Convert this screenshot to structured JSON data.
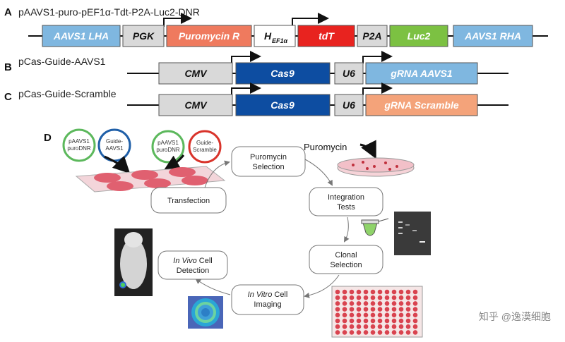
{
  "panel_a": {
    "letter": "A",
    "title": "pAAVS1-puro-pEF1α-Tdt-P2A-Luc2-DNR",
    "segments": [
      {
        "label": "AAVS1 LHA",
        "color": "#7fb7e0",
        "text_color": "#ffffff"
      },
      {
        "label": "PGK",
        "color": "#d9d9d9",
        "text_color": "#111111"
      },
      {
        "label": "Puromycin R",
        "color": "#ef7a5e",
        "text_color": "#ffffff"
      },
      {
        "label": "H",
        "sub": "EF1α",
        "color": "#ffffff",
        "text_color": "#111111"
      },
      {
        "label": "tdT",
        "color": "#e8231f",
        "text_color": "#ffffff"
      },
      {
        "label": "P2A",
        "color": "#d9d9d9",
        "text_color": "#111111"
      },
      {
        "label": "Luc2",
        "color": "#7cc142",
        "text_color": "#ffffff"
      },
      {
        "label": "AAVS1 RHA",
        "color": "#7fb7e0",
        "text_color": "#ffffff"
      }
    ]
  },
  "panel_b": {
    "letter": "B",
    "title": "pCas-Guide-AAVS1",
    "segments": [
      {
        "label": "CMV",
        "color": "#d9d9d9",
        "text_color": "#111111"
      },
      {
        "label": "Cas9",
        "color": "#0d4da1",
        "text_color": "#ffffff"
      },
      {
        "label": "U6",
        "color": "#d9d9d9",
        "text_color": "#111111"
      },
      {
        "label": "gRNA AAVS1",
        "color": "#7fb7e0",
        "text_color": "#ffffff"
      }
    ]
  },
  "panel_c": {
    "letter": "C",
    "title": "pCas-Guide-Scramble",
    "segments": [
      {
        "label": "CMV",
        "color": "#d9d9d9",
        "text_color": "#111111"
      },
      {
        "label": "Cas9",
        "color": "#0d4da1",
        "text_color": "#ffffff"
      },
      {
        "label": "U6",
        "color": "#d9d9d9",
        "text_color": "#111111"
      },
      {
        "label": "gRNA Scramble",
        "color": "#f4a37a",
        "text_color": "#ffffff"
      }
    ]
  },
  "panel_d": {
    "letter": "D",
    "plasmids": [
      {
        "line1": "pAAVS1",
        "line2": "puroDNR",
        "color": "#5cb85c"
      },
      {
        "line1": "Guide-",
        "line2": "AAVS1",
        "color": "#1f5fa8"
      },
      {
        "line1": "pAAVS1",
        "line2": "puroDNR",
        "color": "#5cb85c"
      },
      {
        "line1": "Guide-",
        "line2": "Scramble",
        "color": "#d9342b"
      }
    ],
    "puromycin_label": "Puromycin",
    "steps": {
      "transfection": "Transfection",
      "puro_sel_1": "Puromycin",
      "puro_sel_2": "Selection",
      "integ_1": "Integration",
      "integ_2": "Tests",
      "clonal_1": "Clonal",
      "clonal_2": "Selection",
      "vitro_italic": "In Vitro",
      "vitro_rest": " Cell",
      "vitro_2": "Imaging",
      "vivo_italic": "In Vivo",
      "vivo_rest": " Cell",
      "vivo_2": "Detection"
    }
  },
  "watermark": "知乎 @逸漠细胞"
}
